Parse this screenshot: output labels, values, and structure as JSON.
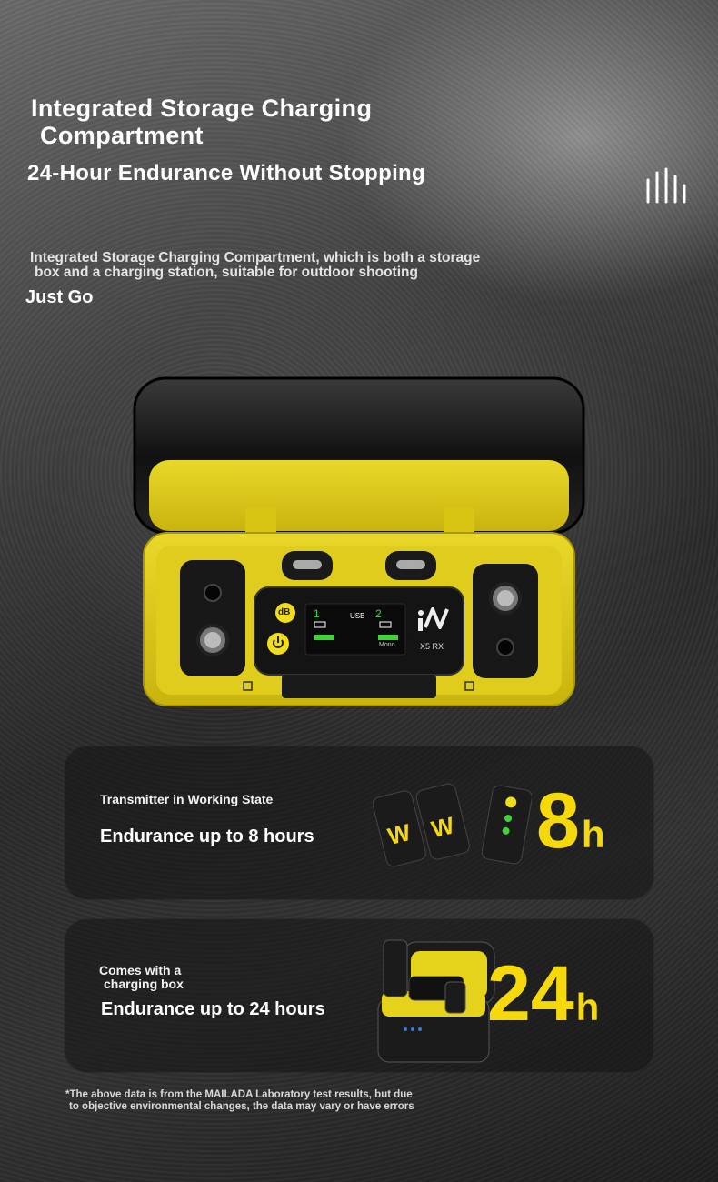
{
  "header": {
    "title_line1": "Integrated Storage Charging",
    "title_line2": "Compartment",
    "subtitle": "24-Hour Endurance Without Stopping",
    "icon": "sound-bars-icon"
  },
  "intro": {
    "description_line1": "Integrated Storage Charging Compartment, which is both a storage",
    "description_line2": "box and a charging station, suitable for outdoor shooting",
    "tagline": "Just Go"
  },
  "product": {
    "screen_channel_1": "1",
    "screen_channel_2": "2",
    "screen_usb": "USB",
    "screen_mode": "Mono",
    "brand_mark": "iM",
    "model": "X5 RX",
    "button_db": "dB"
  },
  "cards": [
    {
      "label": "Transmitter in Working State",
      "headline": "Endurance up to 8 hours",
      "metric_number": "8",
      "metric_unit": "h"
    },
    {
      "label_line1": "Comes with a",
      "label_line2": "charging box",
      "headline": "Endurance up to 24 hours",
      "metric_number": "24",
      "metric_unit": "h"
    }
  ],
  "footnote": {
    "line1": "*The above data is from the MAILADA Laboratory test results, but due",
    "line2": "to objective environmental changes, the data may vary or have errors"
  },
  "colors": {
    "accent_yellow": "#f5d90a",
    "case_yellow": "#e8d21c",
    "case_black": "#1b1b1b",
    "text": "#ffffff"
  }
}
